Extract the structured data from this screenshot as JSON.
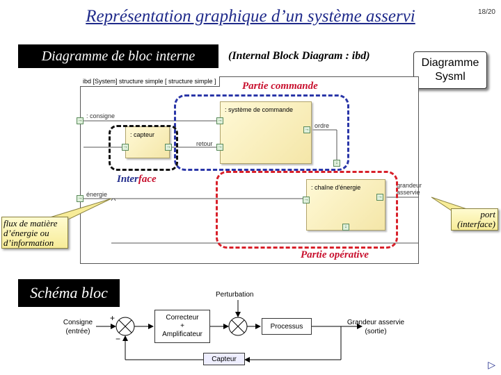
{
  "header": {
    "title": "Représentation graphique d’un système asservi",
    "page_number": "18/20"
  },
  "ibd_section": {
    "label": "Diagramme de bloc interne",
    "subtitle": "(Internal Block Diagram :  ibd)",
    "badge_line1": "Diagramme",
    "badge_line2": "Sysml",
    "frame_tab": "ibd [System] structure simple [  structure simple ]",
    "blocks": {
      "command": ": système de commande",
      "sensor": ": capteur",
      "energy_chain": ": chaîne d'énergie"
    },
    "flows": {
      "consigne": ": consigne",
      "ordre": "ordre",
      "retour": "retour",
      "energie": "énergie",
      "grandeur_asservie": "grandeur asservie"
    },
    "annotations": {
      "partie_commande": "Partie commande",
      "interface_prefix": "Inter",
      "interface_suffix": "face",
      "partie_operative": "Partie opérative",
      "flux_callout": "flux de matière d’énergie ou d’information",
      "port_callout_line1": "port",
      "port_callout_line2": "(interface)"
    },
    "colors": {
      "command": "#2a36a8",
      "interface": "#111111",
      "operative": "#d8202a",
      "title": "#1f2a8a"
    }
  },
  "schema_bloc": {
    "label": "Schéma bloc",
    "consigne": "Consigne",
    "consigne_sub": "(entrée)",
    "plus": "+",
    "minus": "−",
    "correcteur_line1": "Correcteur",
    "correcteur_line2": "+",
    "correcteur_line3": "Amplificateur",
    "perturbation": "Perturbation",
    "processus": "Processus",
    "sortie": "Grandeur asservie",
    "sortie_sub": "(sortie)",
    "capteur": "Capteur"
  },
  "nav": {
    "next_icon": "▷"
  }
}
